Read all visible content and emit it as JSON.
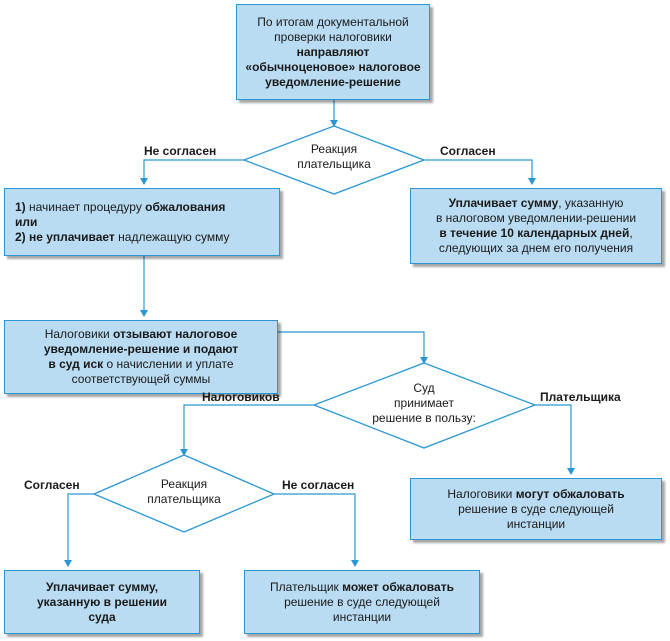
{
  "boxes": {
    "start": [
      [
        {
          "t": "По итогам документальной"
        }
      ],
      [
        {
          "t": "проверки налоговики"
        }
      ],
      [
        {
          "t": "направляют",
          "b": true
        }
      ],
      [
        {
          "t": "«обычноценовое» налоговое",
          "b": true
        }
      ],
      [
        {
          "t": "уведомление-решение",
          "b": true
        }
      ]
    ],
    "appeal": [
      [
        {
          "t": "1) ",
          "b": true
        },
        {
          "t": "начинает процедуру "
        },
        {
          "t": "обжалования",
          "b": true
        }
      ],
      [
        {
          "t": "или",
          "b": true
        }
      ],
      [
        {
          "t": "2) не уплачивает",
          "b": true
        },
        {
          "t": " надлежащую сумму"
        }
      ]
    ],
    "pays_notice": [
      [
        {
          "t": "Уплачивает сумму",
          "b": true
        },
        {
          "t": ", указанную"
        }
      ],
      [
        {
          "t": "в налоговом уведомлении-решении"
        }
      ],
      [
        {
          "t": "в течение 10 календарных дней",
          "b": true
        },
        {
          "t": ","
        }
      ],
      [
        {
          "t": "следующих за днем его получения"
        }
      ]
    ],
    "withdraw": [
      [
        {
          "t": "Налоговики "
        },
        {
          "t": "отзывают налоговое",
          "b": true
        }
      ],
      [
        {
          "t": "уведомление-решение и подают",
          "b": true
        }
      ],
      [
        {
          "t": "в суд иск",
          "b": true
        },
        {
          "t": " о начислении и уплате"
        }
      ],
      [
        {
          "t": "соответствующей суммы"
        }
      ]
    ],
    "authorities_appeal": [
      [
        {
          "t": "Налоговики "
        },
        {
          "t": "могут обжаловать",
          "b": true
        }
      ],
      [
        {
          "t": "решение в суде следующей"
        }
      ],
      [
        {
          "t": "инстанции"
        }
      ]
    ],
    "pays_court": [
      [
        {
          "t": "Уплачивает сумму,",
          "b": true
        }
      ],
      [
        {
          "t": "указанную в решении",
          "b": true
        }
      ],
      [
        {
          "t": "суда",
          "b": true
        }
      ]
    ],
    "payer_appeal": [
      [
        {
          "t": "Плательщик "
        },
        {
          "t": "может обжаловать",
          "b": true
        }
      ],
      [
        {
          "t": "решение в суде следующей"
        }
      ],
      [
        {
          "t": "инстанции"
        }
      ]
    ]
  },
  "decisions": {
    "reaction1": [
      "Реакция",
      "плательщика"
    ],
    "court": [
      "Суд",
      "принимает",
      "решение в пользу:"
    ],
    "reaction2": [
      "Реакция",
      "плательщика"
    ]
  },
  "edge_labels": {
    "disagree1": "Не согласен",
    "agree1": "Согласен",
    "authorities": "Налоговиков",
    "payer": "Плательщика",
    "agree2": "Согласен",
    "disagree2": "Не согласен"
  },
  "colors": {
    "box_fill": "#b9dcf3",
    "box_border": "#2a97d4",
    "connector": "#2a97d4",
    "diamond_border": "#2a97d4",
    "diamond_fill": "#ffffff"
  }
}
